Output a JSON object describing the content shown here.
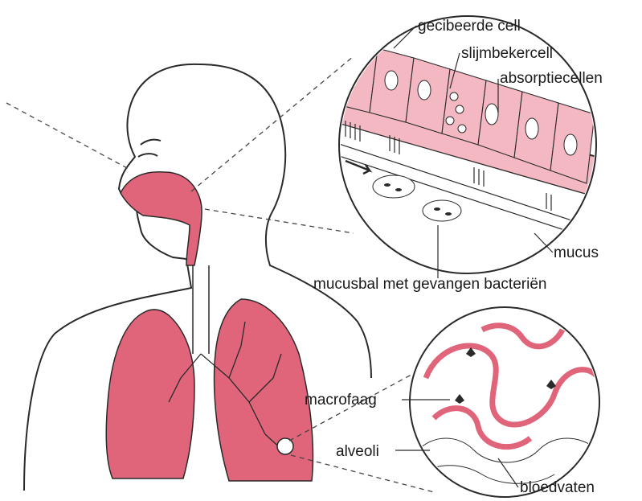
{
  "labels": {
    "ciliated_cell": "gecibeerde cell",
    "goblet_cell": "slijmbekercell",
    "absorption_cells": "absorptiecellen",
    "mucus": "mucus",
    "mucus_ball": "mucusbal met gevangen bacteriën",
    "macrophage": "macrofaag",
    "alveoli": "alveoli",
    "blood_vessels": "bloedvaten"
  },
  "colors": {
    "tissue_pink": "#e0657a",
    "cell_pink": "#f4b8c2",
    "outline": "#2a2a2a"
  }
}
